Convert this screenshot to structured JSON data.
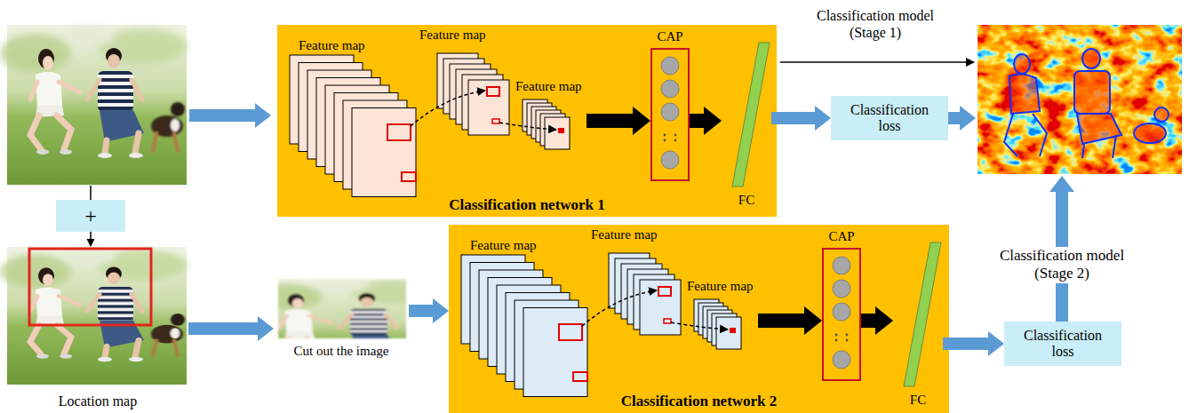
{
  "diagram": {
    "nodes": [
      {
        "text": [
          "Classification network 1"
        ]
      },
      {
        "text": [
          "Feature map"
        ],
        "in": 0
      },
      {
        "text": [
          "Feature map"
        ],
        "in": 0
      },
      {
        "text": [
          "Feature map"
        ],
        "in": 0
      },
      {
        "text": [
          "CAP"
        ],
        "in": 0
      },
      {
        "text": [
          "FC"
        ],
        "in": 0
      },
      {
        "text": [
          "Classification loss"
        ]
      },
      {
        "text": [
          "+"
        ]
      },
      {
        "text": [
          "Location map"
        ]
      },
      {
        "text": [
          "Cut out the image"
        ]
      },
      {
        "text": [
          "Classification network 2"
        ]
      },
      {
        "text": [
          "Feature map"
        ],
        "in": 10
      },
      {
        "text": [
          "Feature map"
        ],
        "in": 10
      },
      {
        "text": [
          "Feature map"
        ],
        "in": 10
      },
      {
        "text": [
          "CAP"
        ],
        "in": 10
      },
      {
        "text": [
          "FC"
        ],
        "in": 10
      },
      {
        "text": [
          "Classification loss"
        ]
      }
    ],
    "edges": [
      {
        "from": 3,
        "to": 4,
        "arrow": "to"
      },
      {
        "from": 4,
        "to": 5,
        "arrow": "to"
      },
      {
        "from": 5,
        "to": 6,
        "arrow": "to"
      },
      {
        "from": 7,
        "to": 8,
        "arrow": "to"
      },
      {
        "from": 8,
        "to": 9,
        "arrow": "to"
      },
      {
        "from": 9,
        "to": 10,
        "arrow": "to"
      },
      {
        "from": 13,
        "to": 14,
        "arrow": "to"
      },
      {
        "from": 14,
        "to": 15,
        "arrow": "to"
      },
      {
        "from": 15,
        "to": 16,
        "arrow": "to"
      }
    ],
    "labels": [
      "Classification model (Stage 1)",
      "Classification model (Stage 2)"
    ]
  }
}
